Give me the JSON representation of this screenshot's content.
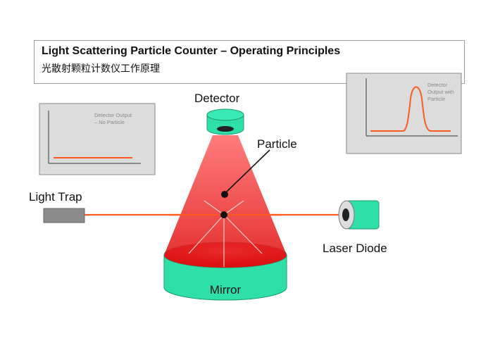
{
  "title": {
    "english": "Light Scattering Particle Counter – Operating Principles",
    "chinese": "光散射颗粒计数仪工作原理"
  },
  "labels": {
    "detector": "Detector",
    "particle": "Particle",
    "light_trap": "Light Trap",
    "laser_diode": "Laser Diode",
    "mirror": "Mirror"
  },
  "inset_no_particle": {
    "line1": "Detector Output",
    "line2": "– No Particle"
  },
  "inset_with_particle": {
    "line1": "Detector",
    "line2": "Output with",
    "line3": "Particle"
  },
  "colors": {
    "cone_red": "#e01010",
    "beam_orange": "#ff5a1e",
    "teal": "#2ee0a8",
    "trap_gray": "#8c8c8c",
    "inset_bg": "#dcdcdc"
  }
}
